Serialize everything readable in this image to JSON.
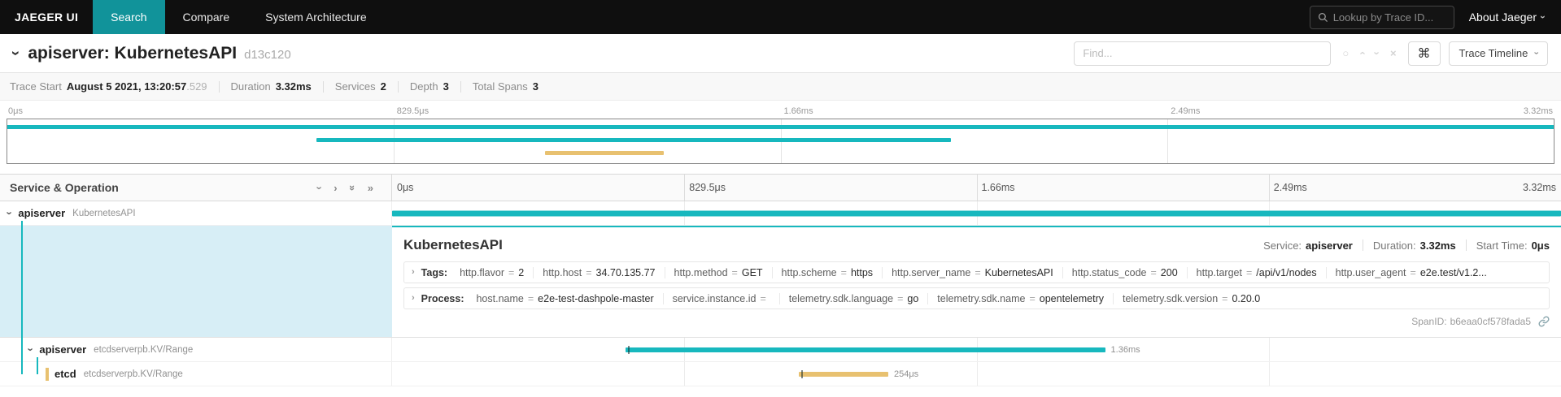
{
  "colors": {
    "accent_teal": "#11939a",
    "span_teal": "#17b8be",
    "span_gold": "#e8c170",
    "selected_row_bg": "#d7eef6"
  },
  "icons": {
    "chevron": "›",
    "double_chevron": "»",
    "caret_up": "∧",
    "caret_down": "∨",
    "close": "×",
    "command": "⌘",
    "focus": "○"
  },
  "misc": {
    "equals": "="
  },
  "navbar": {
    "brand": "JAEGER UI",
    "items": [
      {
        "label": "Search",
        "active": true
      },
      {
        "label": "Compare"
      },
      {
        "label": "System Architecture"
      }
    ],
    "search_placeholder": "Lookup by Trace ID...",
    "about": "About Jaeger"
  },
  "trace_header": {
    "title": "apiserver: KubernetesAPI",
    "trace_id_short": "d13c120",
    "find_placeholder": "Find...",
    "view_selector": "Trace Timeline"
  },
  "summary": {
    "items": [
      {
        "label": "Trace Start",
        "value": "August 5 2021, 13:20:57",
        "suffix": ".529"
      },
      {
        "label": "Duration",
        "value": "3.32ms"
      },
      {
        "label": "Services",
        "value": "2"
      },
      {
        "label": "Depth",
        "value": "3"
      },
      {
        "label": "Total Spans",
        "value": "3"
      }
    ]
  },
  "timeline": {
    "left_header": "Service & Operation",
    "ticks": [
      "0μs",
      "829.5μs",
      "1.66ms",
      "2.49ms",
      "3.32ms"
    ]
  },
  "minimap": {
    "spans": [
      {
        "start": 0,
        "width": 100,
        "color": "#17b8be"
      },
      {
        "start": 20,
        "width": 41,
        "color": "#17b8be"
      },
      {
        "start": 34.8,
        "width": 7.65,
        "color": "#e8c170"
      }
    ]
  },
  "spans": [
    {
      "service": "apiserver",
      "operation": "KubernetesAPI",
      "bar": {
        "start": 0,
        "width": 100,
        "color": "#17b8be"
      },
      "label": ""
    },
    {
      "service": "apiserver",
      "operation": "etcdserverpb.KV/Range",
      "bar": {
        "start": 20,
        "width": 41,
        "color": "#17b8be"
      },
      "label": "1.36ms"
    },
    {
      "service": "etcd",
      "operation": "etcdserverpb.KV/Range",
      "bar": {
        "start": 34.8,
        "width": 7.65,
        "color": "#e8c170"
      },
      "label": "254μs"
    }
  ],
  "detail": {
    "title": "KubernetesAPI",
    "meta": [
      {
        "label": "Service:",
        "value": "apiserver"
      },
      {
        "label": "Duration:",
        "value": "3.32ms"
      },
      {
        "label": "Start Time:",
        "value": "0μs"
      }
    ],
    "tags_label": "Tags:",
    "tags": [
      {
        "key": "http.flavor",
        "value": "2"
      },
      {
        "key": "http.host",
        "value": "34.70.135.77"
      },
      {
        "key": "http.method",
        "value": "GET"
      },
      {
        "key": "http.scheme",
        "value": "https"
      },
      {
        "key": "http.server_name",
        "value": "KubernetesAPI"
      },
      {
        "key": "http.status_code",
        "value": "200"
      },
      {
        "key": "http.target",
        "value": "/api/v1/nodes"
      },
      {
        "key": "http.user_agent",
        "value": "e2e.test/v1.2..."
      }
    ],
    "process_label": "Process:",
    "process": [
      {
        "key": "host.name",
        "value": "e2e-test-dashpole-master"
      },
      {
        "key": "service.instance.id",
        "value": ""
      },
      {
        "key": "telemetry.sdk.language",
        "value": "go"
      },
      {
        "key": "telemetry.sdk.name",
        "value": "opentelemetry"
      },
      {
        "key": "telemetry.sdk.version",
        "value": "0.20.0"
      }
    ],
    "span_id_label": "SpanID:",
    "span_id": "b6eaa0cf578fada5"
  }
}
